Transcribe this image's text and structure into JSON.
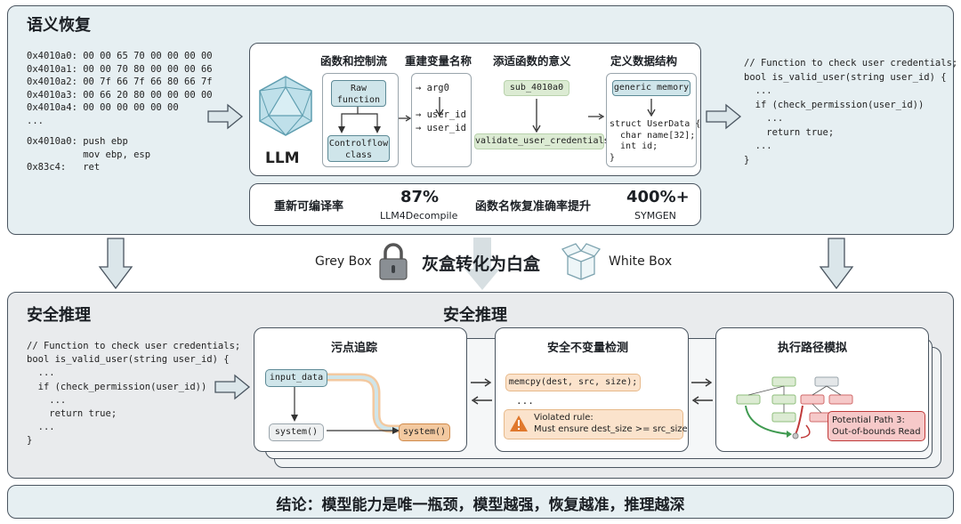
{
  "top": {
    "title": "语义恢复",
    "hexdump": "0x4010a0: 00 00 65 70 00 00 00 00\n0x4010a1: 00 00 70 80 00 00 00 66\n0x4010a2: 00 7f 66 7f 66 80 66 7f\n0x4010a3: 00 66 20 80 00 00 00 00\n0x4010a4: 00 00 00 00 00 00\n...",
    "asm": "0x4010a0: push ebp\n          mov ebp, esp\n0x83c4:   ret",
    "llm_label": "LLM",
    "columns": {
      "control_flow": {
        "title": "函数和控制流",
        "raw": "Raw\nfunction",
        "cf": "Controlflow\nclass"
      },
      "rename": {
        "title": "重建变量名称",
        "lines": "→ arg0\n\n→ user_id\n→ user_id"
      },
      "meaning": {
        "title": "添适函数的意义",
        "from": "sub_4010a0",
        "to": "validate_user_credentials"
      },
      "struct": {
        "title": "定义数据结构",
        "tag": "generic memory",
        "code": "struct UserData {\n  char name[32];\n  int id;\n}"
      }
    },
    "stats": {
      "label1": "重新可编译率",
      "value1": "87%",
      "src1": "LLM4Decompile",
      "label2": "函数名恢复准确率提升",
      "value2": "400%+",
      "src2": "SYMGEN"
    },
    "recovered_code": "// Function to check user credentials;\nbool is_valid_user(string user_id) {\n  ...\n  if (check_permission(user_id))\n    ...\n    return true;\n  ...\n}"
  },
  "transition": {
    "grey": "Grey Box",
    "center": "灰盒转化为白盒",
    "white": "White Box"
  },
  "middle": {
    "title_left": "安全推理",
    "title_center": "安全推理",
    "code": "// Function to check user credentials;\nbool is_valid_user(string user_id) {\n  ...\n  if (check_permission(user_id))\n    ...\n    return true;\n  ...\n}",
    "taint": {
      "title": "污点追踪",
      "source": "input_data",
      "sink1": "system()",
      "sink2": "system()"
    },
    "invariant": {
      "title": "安全不变量检测",
      "call": "memcpy(dest, src, size);",
      "dots": "...",
      "rule": "Violated rule:\nMust ensure dest_size >= src_size"
    },
    "path": {
      "title": "执行路径模拟",
      "note": "Potential Path 3:\nOut-of-bounds Read"
    }
  },
  "conclusion": "结论：模型能力是唯一瓶颈，模型越强，恢复越准，推理越深",
  "colors": {
    "panel_bg": "#e6eff2",
    "teal": "#cfe5ea",
    "green": "#dcebd3",
    "orange": "#f3c9a0",
    "red": "#f6c9c9"
  }
}
